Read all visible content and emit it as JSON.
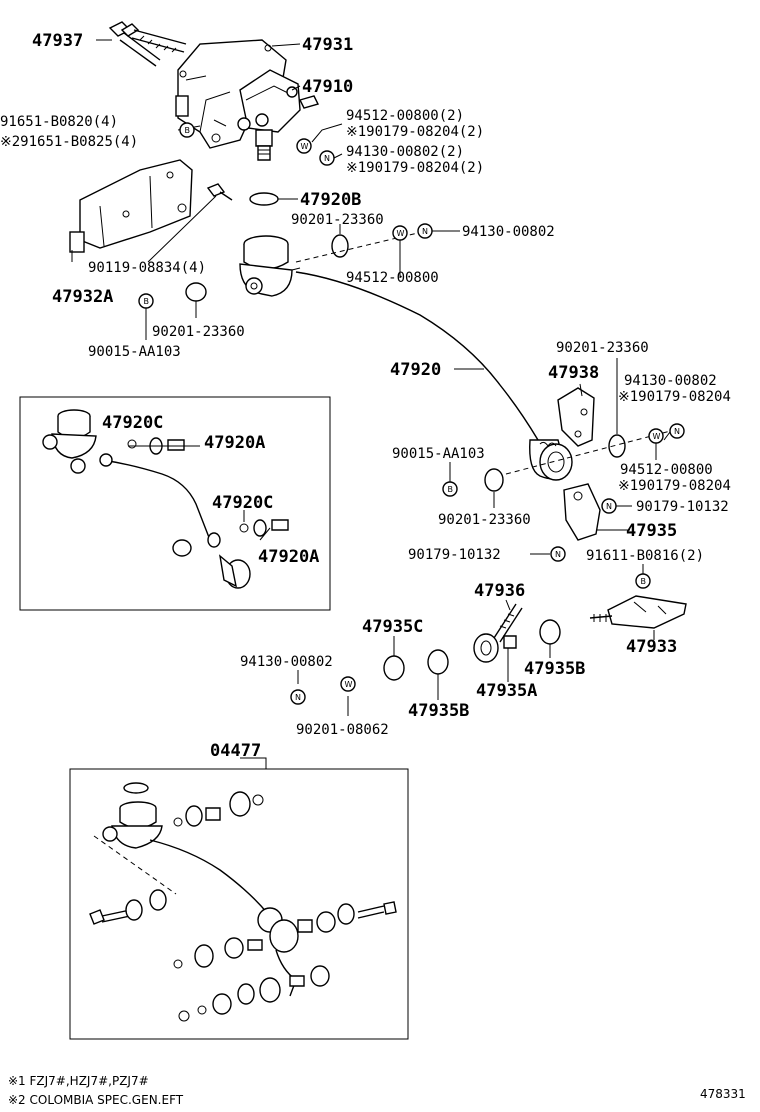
{
  "figure_id": "478331",
  "notes": [
    "※1 FZJ7#,HZJ7#,PZJ7#",
    "※2 COLOMBIA SPEC.GEN.EFT"
  ],
  "callout_symbols": {
    "b": "B",
    "n": "N",
    "w": "W"
  },
  "labels": {
    "p47937": "47937",
    "p47931": "47931",
    "p47910": "47910",
    "p91651_b0820": "91651-B0820(4)",
    "p91651_b0825": "※291651-B0825(4)",
    "p94512_00800_2": "94512-00800(2)",
    "p190179_08204_2a": "※190179-08204(2)",
    "p94130_00802_2": "94130-00802(2)",
    "p190179_08204_2b": "※190179-08204(2)",
    "p47920b": "47920B",
    "p90201_23360_a": "90201-23360",
    "p94130_00802_a": "94130-00802",
    "p90119_08834": "90119-08834(4)",
    "p94512_00800_a": "94512-00800",
    "p47932a": "47932A",
    "p90201_23360_b": "90201-23360",
    "p90015_aa103_a": "90015-AA103",
    "p47920c_a": "47920C",
    "p47920a_a": "47920A",
    "p47920c_b": "47920C",
    "p47920a_b": "47920A",
    "p47920": "47920",
    "p90201_23360_c": "90201-23360",
    "p47938": "47938",
    "p94130_00802_b": "94130-00802",
    "p190179_08204_c": "※190179-08204",
    "p90015_aa103_b": "90015-AA103",
    "p94512_00800_b": "94512-00800",
    "p190179_08204_d": "※190179-08204",
    "p90179_10132_a": "90179-10132",
    "p90201_23360_d": "90201-23360",
    "p47935": "47935",
    "p90179_10132_b": "90179-10132",
    "p91611_b0816": "91611-B0816(2)",
    "p47936": "47936",
    "p47933": "47933",
    "p47935c": "47935C",
    "p94130_00802_c": "94130-00802",
    "p47935b_a": "47935B",
    "p47935a": "47935A",
    "p90201_08062": "90201-08062",
    "p47935b_b": "47935B",
    "p04477": "04477"
  }
}
